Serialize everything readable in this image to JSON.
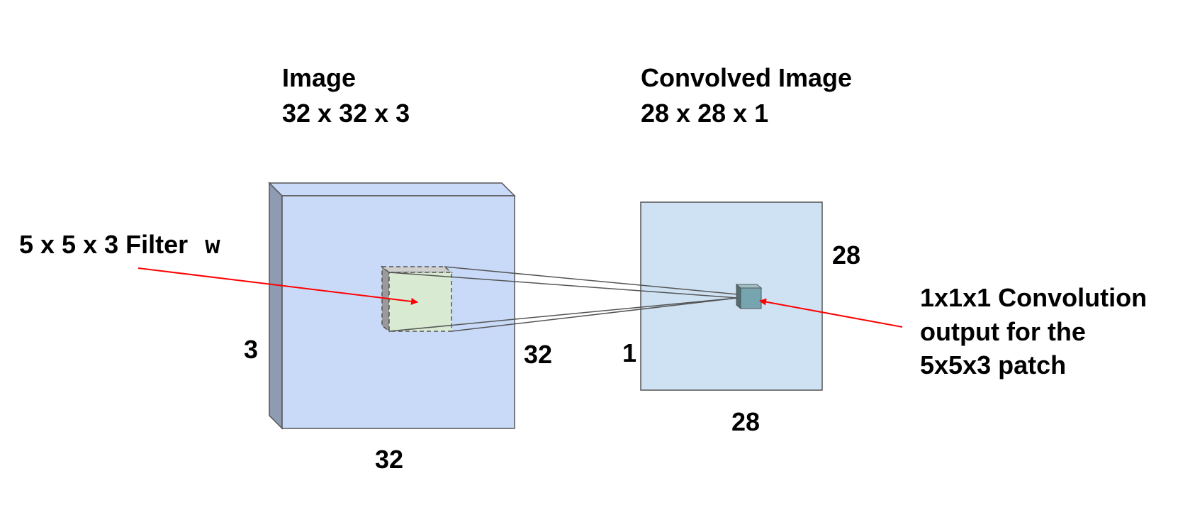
{
  "image_block": {
    "title": "Image",
    "dims": "32 x 32 x 3",
    "width_label": "32",
    "height_label": "32",
    "depth_label": "3",
    "front_color": "#c9daf8",
    "side_color": "#8e9bb3",
    "top_color": "#c9daf8"
  },
  "filter": {
    "label": "5 x 5 x 3 Filter ",
    "symbol": "w",
    "color": "#d9ead3"
  },
  "convolved_block": {
    "title": "Convolved Image",
    "dims": "28 x 28 x 1",
    "width_label": "28",
    "height_label": "28",
    "depth_label": "1",
    "color": "#cfe2f3"
  },
  "output_cell": {
    "color": "#76a5af",
    "description_lines": [
      "1x1x1 Convolution",
      "output for the",
      "5x5x3 patch"
    ]
  },
  "arrow_color": "#ff0000"
}
